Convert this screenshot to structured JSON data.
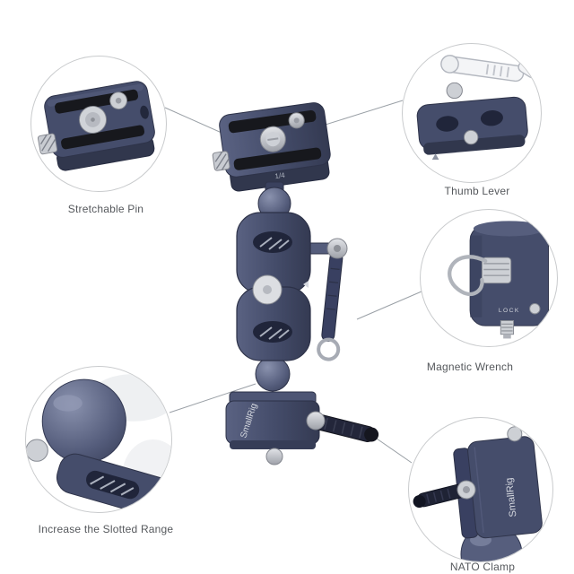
{
  "page": {
    "background": "#ffffff"
  },
  "product": {
    "brand": "SmallRig",
    "plate_marking": "1/4",
    "lock_label": "LOCK"
  },
  "callouts": [
    {
      "id": "stretchable-pin",
      "label": "Stretchable Pin"
    },
    {
      "id": "thumb-lever",
      "label": "Thumb Lever"
    },
    {
      "id": "magnetic-wrench",
      "label": "Magnetic Wrench"
    },
    {
      "id": "increase-slotted-range",
      "label": "Increase the Slotted Range"
    },
    {
      "id": "nato-clamp",
      "label": "NATO Clamp"
    }
  ],
  "colors": {
    "navy": "#454d6b",
    "navy_dark": "#2e3349",
    "silver": "#cdd0d5",
    "pad_black": "#17181d",
    "callout_line": "#9aa0a6",
    "label_text": "#55585c",
    "circle_border": "#c9cbcd"
  }
}
